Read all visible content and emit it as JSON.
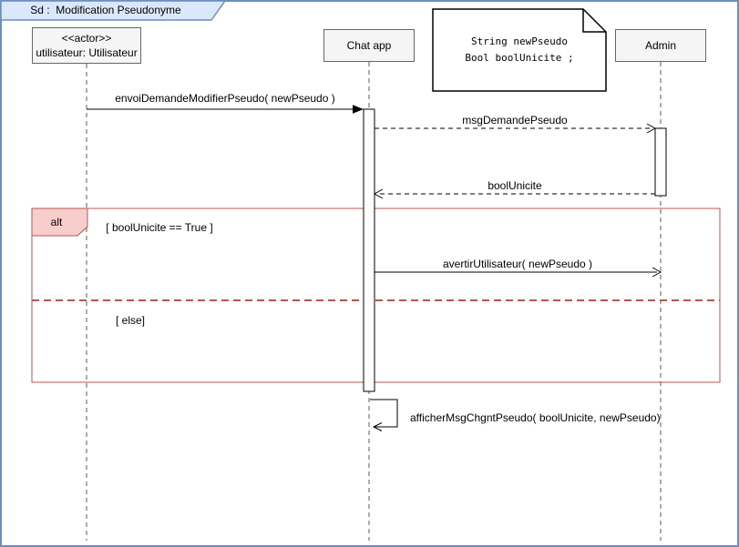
{
  "frame": {
    "title": "Sd :  Modification Pseudonyme"
  },
  "participants": [
    {
      "stereotype": "<<actor>>",
      "name": "utilisateur: Utilisateur"
    },
    {
      "name": "Chat app"
    },
    {
      "name": "Admin"
    }
  ],
  "note": {
    "line1": "String newPseudo",
    "line2": "Bool boolUnicite ;"
  },
  "messages": {
    "m1": "envoiDemandeModifierPseudo( newPseudo )",
    "m2": "msgDemandePseudo",
    "m3": "boolUnicite",
    "m4": "avertirUtilisateur( newPseudo )",
    "m5": "afficherMsgChgntPseudo( boolUnicite, newPseudo)"
  },
  "alt": {
    "operator": "alt",
    "guard_true": "[ boolUnicite == True ]",
    "guard_else": "[ else]"
  },
  "colors": {
    "frame_border": "#6c8ebf",
    "frame_tab_fill": "#dae8fc",
    "fragment_border": "#b85450",
    "fragment_label_fill": "#f8cecc",
    "participant_fill": "#f5f5f5",
    "participant_border": "#666666",
    "message_line": "#000000",
    "lifeline": "#5b5b5b"
  }
}
